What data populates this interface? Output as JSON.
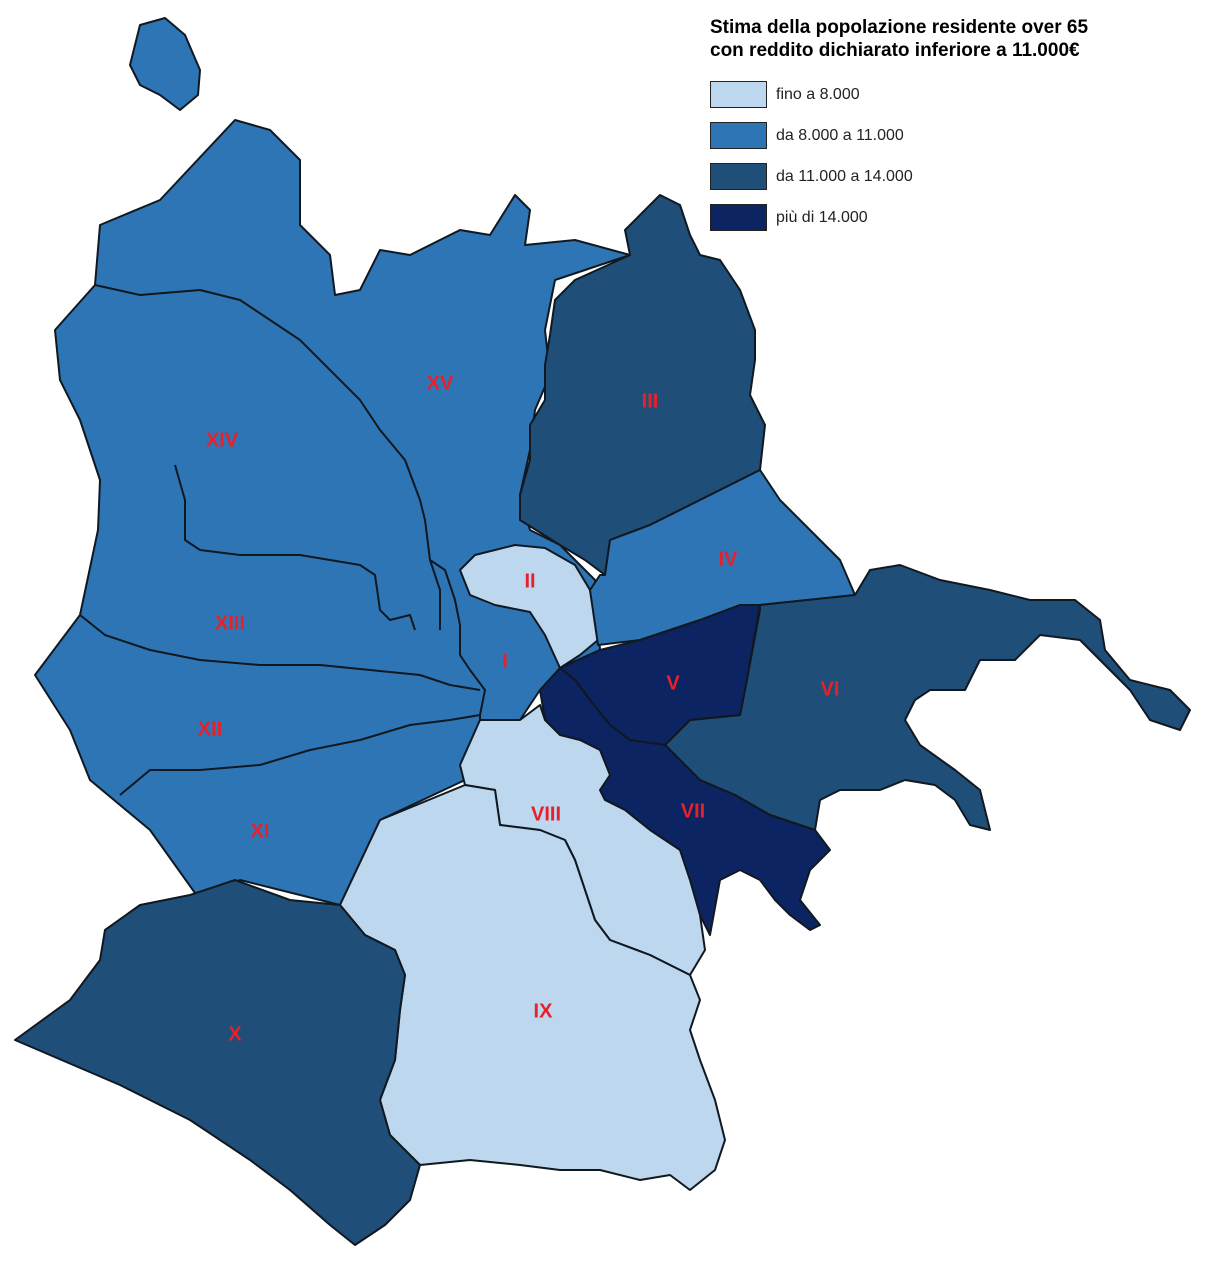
{
  "title": {
    "line1": "Stima della popolazione residente over 65",
    "line2": "con reddito dichiarato inferiore a 11.000€"
  },
  "legend": {
    "items": [
      {
        "label": "fino a 8.000",
        "color": "#bdd7ee"
      },
      {
        "label": "da 8.000 a 11.000",
        "color": "#2e75b6"
      },
      {
        "label": "da 11.000 a 14.000",
        "color": "#1f4e79"
      },
      {
        "label": "più di 14.000",
        "color": "#0c2461"
      }
    ]
  },
  "label_color": "#e8202a",
  "zones": [
    {
      "id": "I",
      "class": 1
    },
    {
      "id": "II",
      "class": 0
    },
    {
      "id": "III",
      "class": 2
    },
    {
      "id": "IV",
      "class": 1
    },
    {
      "id": "V",
      "class": 3
    },
    {
      "id": "VI",
      "class": 2
    },
    {
      "id": "VII",
      "class": 3
    },
    {
      "id": "VIII",
      "class": 0
    },
    {
      "id": "IX",
      "class": 0
    },
    {
      "id": "X",
      "class": 2
    },
    {
      "id": "XI",
      "class": 1
    },
    {
      "id": "XII",
      "class": 1
    },
    {
      "id": "XIII",
      "class": 1
    },
    {
      "id": "XIV",
      "class": 1
    },
    {
      "id": "XV",
      "class": 1
    }
  ]
}
